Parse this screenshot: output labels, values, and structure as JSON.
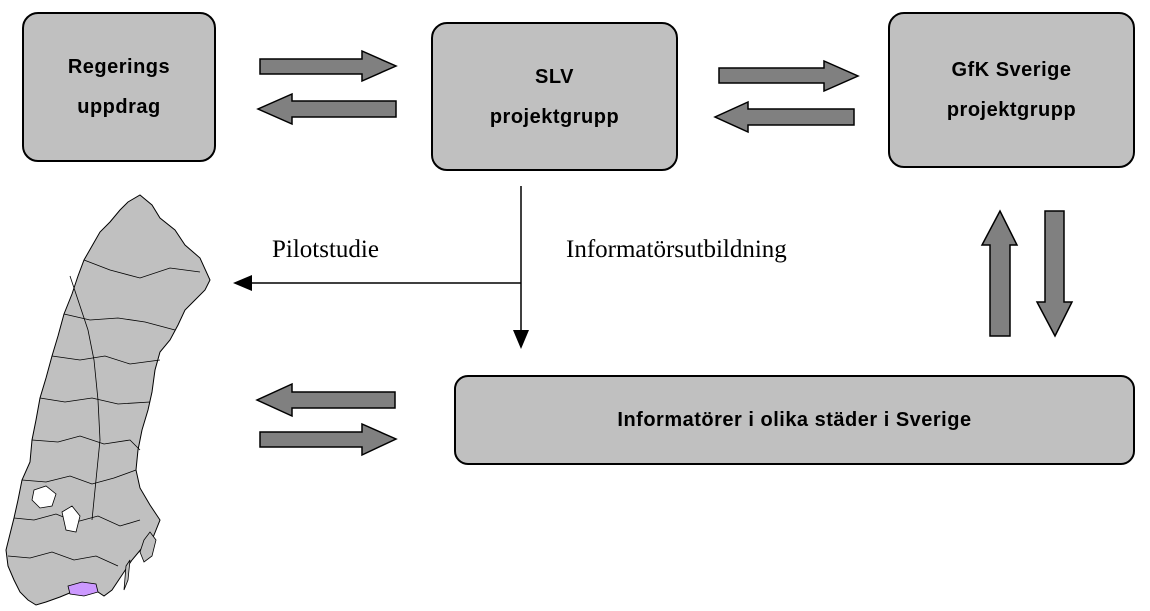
{
  "nodes": {
    "regeringsuppdrag": {
      "line1": "Regerings",
      "line2": "uppdrag"
    },
    "slv": {
      "line1": "SLV",
      "line2": "projektgrupp"
    },
    "gfk": {
      "line1": "GfK Sverige",
      "line2": "projektgrupp"
    },
    "informatorer": {
      "label": "Informatörer i olika städer i Sverige"
    }
  },
  "labels": {
    "pilotstudie": "Pilotstudie",
    "informatorsutbildning": "Informatörsutbildning"
  },
  "colors": {
    "box_fill": "#c0c0c0",
    "arrow_fill": "#808080",
    "map_fill": "#c0c0c0",
    "map_highlight": "#cc99ff",
    "stroke": "#000000"
  },
  "icons": [
    "sweden-map-icon"
  ]
}
